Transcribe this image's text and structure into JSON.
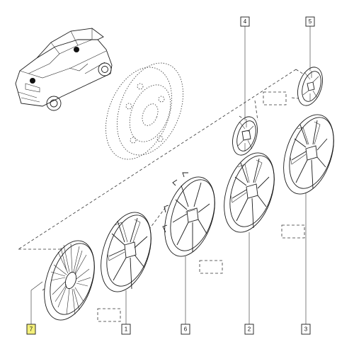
{
  "callouts": [
    {
      "id": "1",
      "highlight": false
    },
    {
      "id": "2",
      "highlight": false
    },
    {
      "id": "3",
      "highlight": false
    },
    {
      "id": "4",
      "highlight": false
    },
    {
      "id": "5",
      "highlight": false
    },
    {
      "id": "6",
      "highlight": false
    },
    {
      "id": "7",
      "highlight": true
    }
  ],
  "colors": {
    "line": "#1a1a1a",
    "highlight": "#f4f07a",
    "background": "#ffffff"
  }
}
